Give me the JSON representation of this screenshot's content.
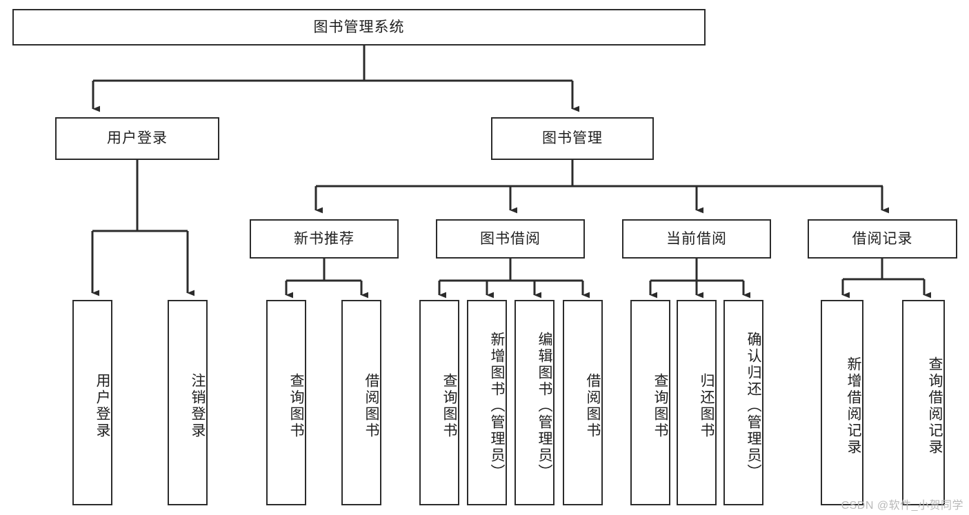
{
  "diagram": {
    "title": "图书管理系统",
    "type": "tree",
    "watermark": "CSDN @软件_小贺同学",
    "colors": {
      "stroke": "#2b2b2b",
      "fill": "#ffffff",
      "text": "#1f1f1f",
      "watermark": "#b9b9b9"
    },
    "levels": {
      "root": "图书管理系统",
      "level1": [
        "用户登录",
        "图书管理"
      ],
      "level2": [
        "新书推荐",
        "图书借阅",
        "当前借阅",
        "借阅记录"
      ]
    },
    "nodes": {
      "root": {
        "label": "图书管理系统"
      },
      "user_login": {
        "label": "用户登录"
      },
      "book_manage": {
        "label": "图书管理"
      },
      "new_book_rec": {
        "label": "新书推荐"
      },
      "book_borrow": {
        "label": "图书借阅"
      },
      "current_borrow": {
        "label": "当前借阅"
      },
      "borrow_record": {
        "label": "借阅记录"
      },
      "leaf_user_login": {
        "label": "用户登录"
      },
      "leaf_logout": {
        "label": "注销登录"
      },
      "leaf_query_book_1": {
        "label": "查询图书"
      },
      "leaf_borrow_book_1": {
        "label": "借阅图书"
      },
      "leaf_query_book_2": {
        "label": "查询图书"
      },
      "leaf_add_book": {
        "label": "新增图书（管理员）"
      },
      "leaf_edit_book": {
        "label": "编辑图书（管理员）"
      },
      "leaf_borrow_book_2": {
        "label": "借阅图书"
      },
      "leaf_query_book_3": {
        "label": "查询图书"
      },
      "leaf_return_book": {
        "label": "归还图书"
      },
      "leaf_confirm_return": {
        "label": "确认归还（管理员）"
      },
      "leaf_add_record": {
        "label": "新增借阅记录"
      },
      "leaf_query_record": {
        "label": "查询借阅记录"
      }
    },
    "edges": [
      {
        "from": "root",
        "to": "user_login"
      },
      {
        "from": "root",
        "to": "book_manage"
      },
      {
        "from": "user_login",
        "to": "leaf_user_login"
      },
      {
        "from": "user_login",
        "to": "leaf_logout"
      },
      {
        "from": "book_manage",
        "to": "new_book_rec"
      },
      {
        "from": "book_manage",
        "to": "book_borrow"
      },
      {
        "from": "book_manage",
        "to": "current_borrow"
      },
      {
        "from": "book_manage",
        "to": "borrow_record"
      },
      {
        "from": "new_book_rec",
        "to": "leaf_query_book_1"
      },
      {
        "from": "new_book_rec",
        "to": "leaf_borrow_book_1"
      },
      {
        "from": "book_borrow",
        "to": "leaf_query_book_2"
      },
      {
        "from": "book_borrow",
        "to": "leaf_add_book"
      },
      {
        "from": "book_borrow",
        "to": "leaf_edit_book"
      },
      {
        "from": "book_borrow",
        "to": "leaf_borrow_book_2"
      },
      {
        "from": "current_borrow",
        "to": "leaf_query_book_3"
      },
      {
        "from": "current_borrow",
        "to": "leaf_return_book"
      },
      {
        "from": "current_borrow",
        "to": "leaf_confirm_return"
      },
      {
        "from": "borrow_record",
        "to": "leaf_add_record"
      },
      {
        "from": "borrow_record",
        "to": "leaf_query_record"
      }
    ]
  }
}
